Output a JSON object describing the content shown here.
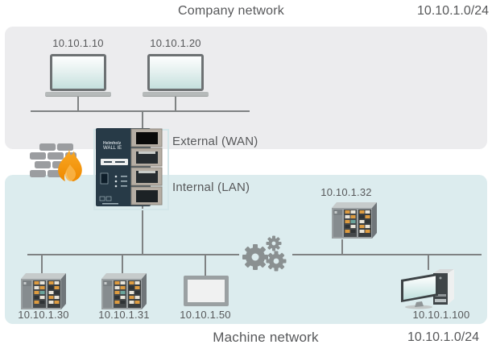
{
  "titles": {
    "company_network": "Company network",
    "company_subnet": "10.10.1.0/24",
    "machine_network": "Machine network",
    "machine_subnet": "10.10.1.0/24"
  },
  "router": {
    "brand": "Helmholz",
    "model": "WALL IE",
    "wan_label": "External (WAN)",
    "lan_label": "Internal (LAN)"
  },
  "nodes": {
    "laptop1": {
      "ip": "10.10.1.10",
      "type": "laptop"
    },
    "laptop2": {
      "ip": "10.10.1.20",
      "type": "laptop"
    },
    "plc1": {
      "ip": "10.10.1.30",
      "type": "plc"
    },
    "plc2": {
      "ip": "10.10.1.31",
      "type": "plc"
    },
    "hmi": {
      "ip": "10.10.1.50",
      "type": "hmi-panel"
    },
    "switch1": {
      "ip": "10.10.1.32",
      "type": "plc"
    },
    "pc": {
      "ip": "10.10.1.100",
      "type": "workstation"
    }
  },
  "icons": {
    "firewall": "firewall-icon (brick wall with flame)",
    "gears": "gears-icon",
    "laptop": "laptop-icon",
    "plc": "plc-device-icon",
    "hmi": "hmi-panel-icon",
    "pc": "workstation-icon",
    "router": "wall-ie-router-icon"
  },
  "colors": {
    "company_zone": "#ececee",
    "machine_zone": "#dcecee",
    "wire": "#7f8283",
    "text": "#57585a",
    "flame_orange": "#f29100",
    "brick_gray": "#9b9da0",
    "router_body": "#273a47"
  }
}
